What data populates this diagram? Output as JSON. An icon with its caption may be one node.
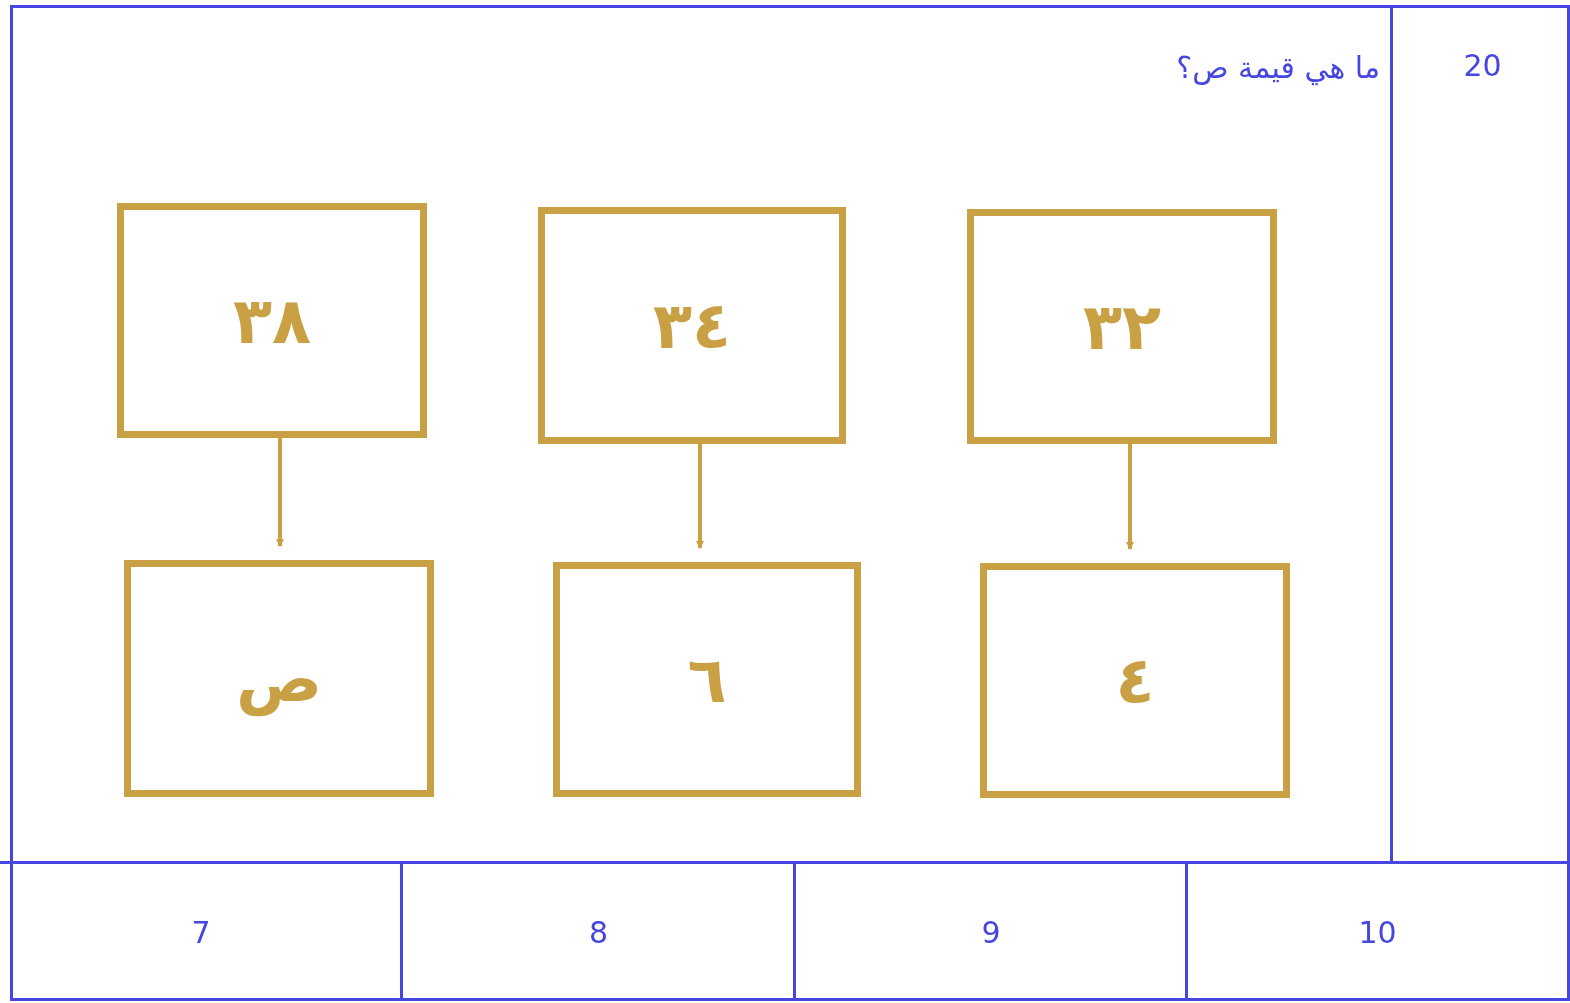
{
  "diagram": {
    "nodes": [
      {
        "text": [
          "٣٨"
        ]
      },
      {
        "text": [
          "٣٤"
        ]
      },
      {
        "text": [
          "٣٢"
        ]
      },
      {
        "text": [
          "ص"
        ]
      },
      {
        "text": [
          "٦"
        ]
      },
      {
        "text": [
          "٤"
        ]
      }
    ],
    "edges": [
      {
        "from": 0,
        "to": 3,
        "arrow": "to"
      },
      {
        "from": 1,
        "to": 4,
        "arrow": "to"
      },
      {
        "from": 2,
        "to": 5,
        "arrow": "to"
      }
    ],
    "labels": [
      "ما هي قيمة ص؟",
      "20",
      "7",
      "8",
      "9",
      "10"
    ]
  }
}
